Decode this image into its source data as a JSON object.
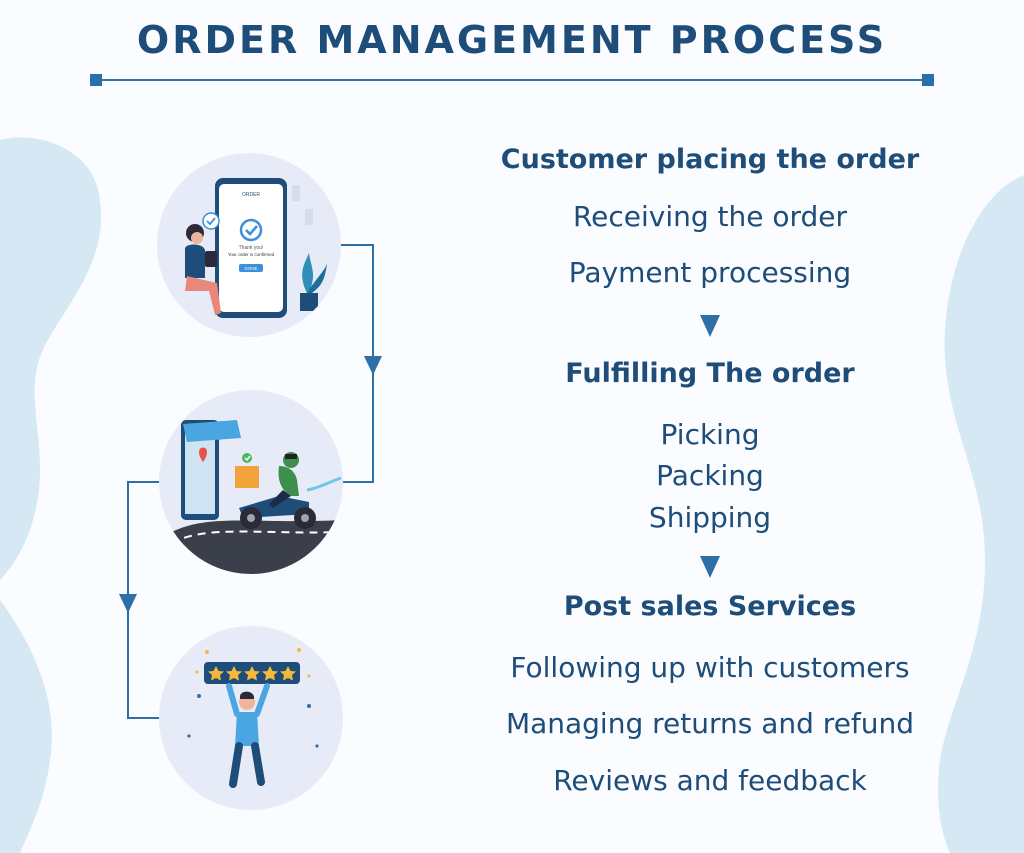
{
  "title": "ORDER MANAGEMENT PROCESS",
  "colors": {
    "primary": "#1d4d78",
    "accent": "#2e6fa8",
    "blob": "#d7e8f5",
    "circle": "#e7ebf8"
  },
  "steps": [
    {
      "title": "Customer placing the order",
      "items": [
        "Receiving the order",
        "Payment processing"
      ],
      "illustration": "phone-order-confirmed",
      "phone_text": {
        "header": "ORDER",
        "thank": "Thank you!",
        "confirmed": "Your order is confirmed",
        "button": "DONE"
      }
    },
    {
      "title": "Fulfilling The order",
      "items": [
        "Picking",
        "Packing",
        "Shipping"
      ],
      "illustration": "scooter-delivery"
    },
    {
      "title": "Post sales Services",
      "items": [
        "Following up with customers",
        "Managing returns and refund",
        "Reviews and feedback"
      ],
      "illustration": "five-star-review",
      "rating": 5
    }
  ]
}
